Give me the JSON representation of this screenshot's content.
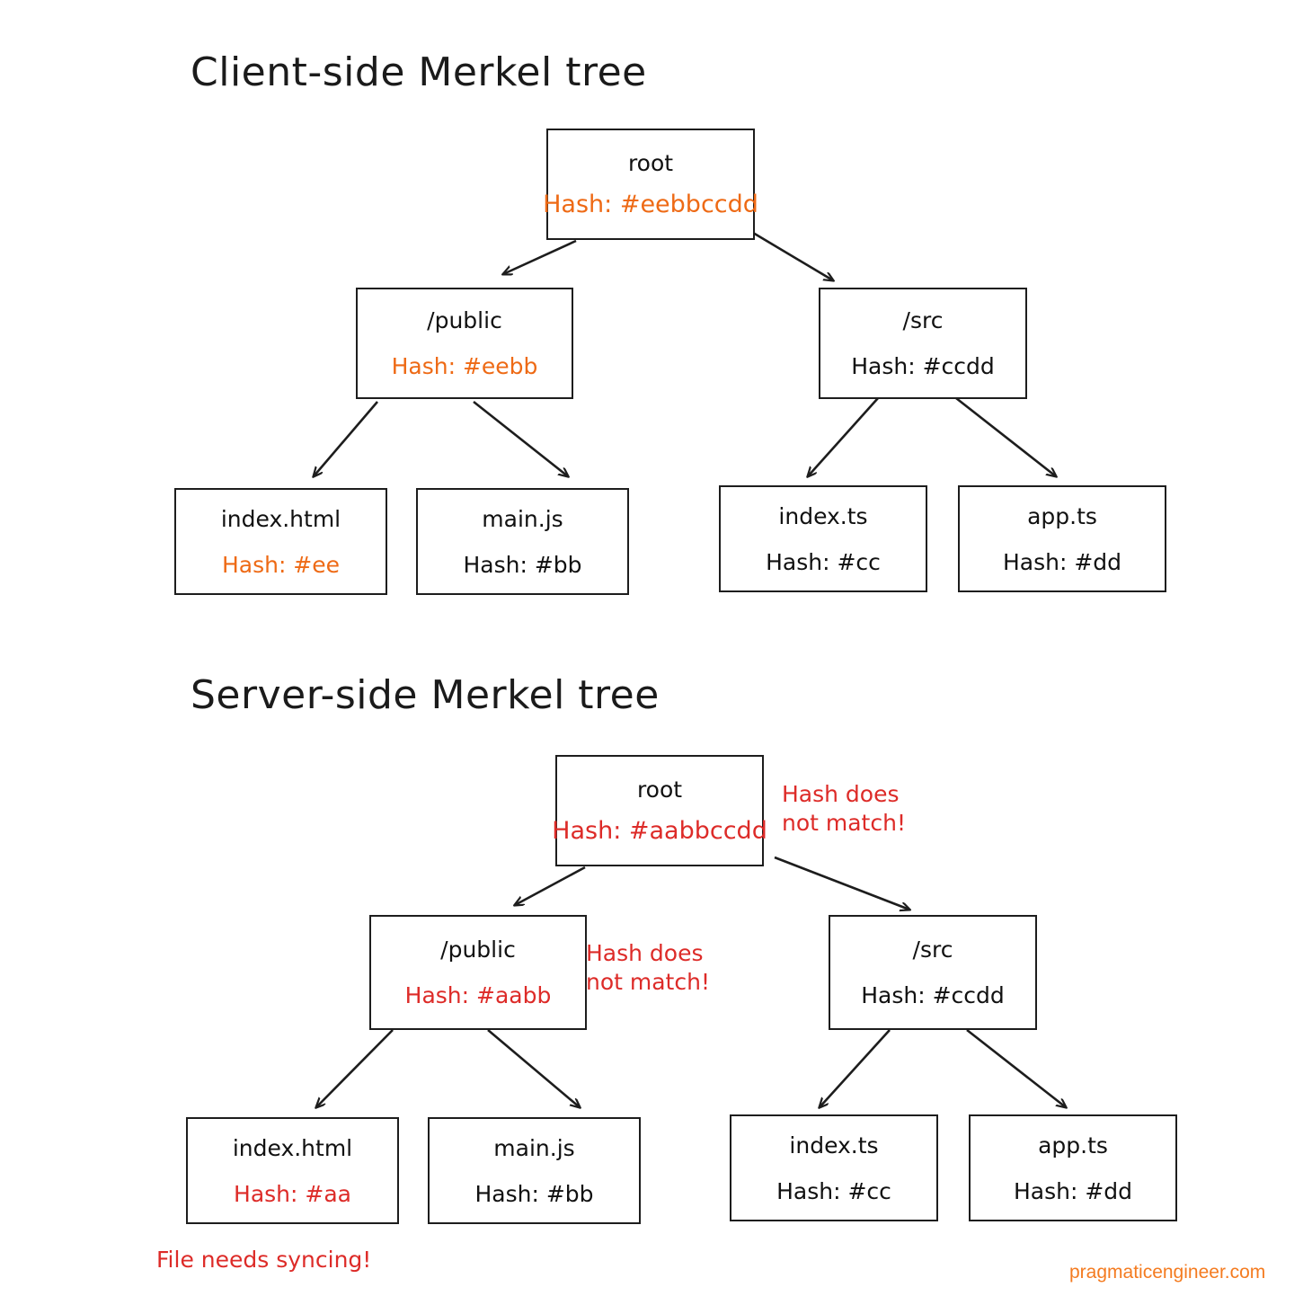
{
  "sections": [
    {
      "title": "Client-side Merkel tree",
      "nodes": [
        {
          "id": "c-root",
          "name": "root",
          "hash": "Hash: #eebbccdd",
          "hash_color": "orange"
        },
        {
          "id": "c-public",
          "name": "/public",
          "hash": "Hash: #eebb",
          "hash_color": "orange"
        },
        {
          "id": "c-src",
          "name": "/src",
          "hash": "Hash: #ccdd",
          "hash_color": "black"
        },
        {
          "id": "c-indexhtml",
          "name": "index.html",
          "hash": "Hash: #ee",
          "hash_color": "orange"
        },
        {
          "id": "c-mainjs",
          "name": "main.js",
          "hash": "Hash: #bb",
          "hash_color": "black"
        },
        {
          "id": "c-indexts",
          "name": "index.ts",
          "hash": "Hash: #cc",
          "hash_color": "black"
        },
        {
          "id": "c-appts",
          "name": "app.ts",
          "hash": "Hash: #dd",
          "hash_color": "black"
        }
      ],
      "annotations": []
    },
    {
      "title": "Server-side Merkel tree",
      "nodes": [
        {
          "id": "s-root",
          "name": "root",
          "hash": "Hash: #aabbccdd",
          "hash_color": "red"
        },
        {
          "id": "s-public",
          "name": "/public",
          "hash": "Hash: #aabb",
          "hash_color": "red"
        },
        {
          "id": "s-src",
          "name": "/src",
          "hash": "Hash: #ccdd",
          "hash_color": "black"
        },
        {
          "id": "s-indexhtml",
          "name": "index.html",
          "hash": "Hash: #aa",
          "hash_color": "red"
        },
        {
          "id": "s-mainjs",
          "name": "main.js",
          "hash": "Hash: #bb",
          "hash_color": "black"
        },
        {
          "id": "s-indexts",
          "name": "index.ts",
          "hash": "Hash: #cc",
          "hash_color": "black"
        },
        {
          "id": "s-appts",
          "name": "app.ts",
          "hash": "Hash: #dd",
          "hash_color": "black"
        }
      ],
      "annotations": [
        {
          "id": "ann-root",
          "text": "Hash does\nnot match!"
        },
        {
          "id": "ann-public",
          "text": "Hash does\nnot match!"
        },
        {
          "id": "ann-sync",
          "text": "File needs syncing!"
        }
      ]
    }
  ],
  "watermark": "pragmaticengineer.com",
  "colors": {
    "ink": "#1d1d1d",
    "orange": "#ee6a15",
    "red": "#dd2b28",
    "watermark_orange": "#f47b20",
    "background": "#ffffff"
  }
}
